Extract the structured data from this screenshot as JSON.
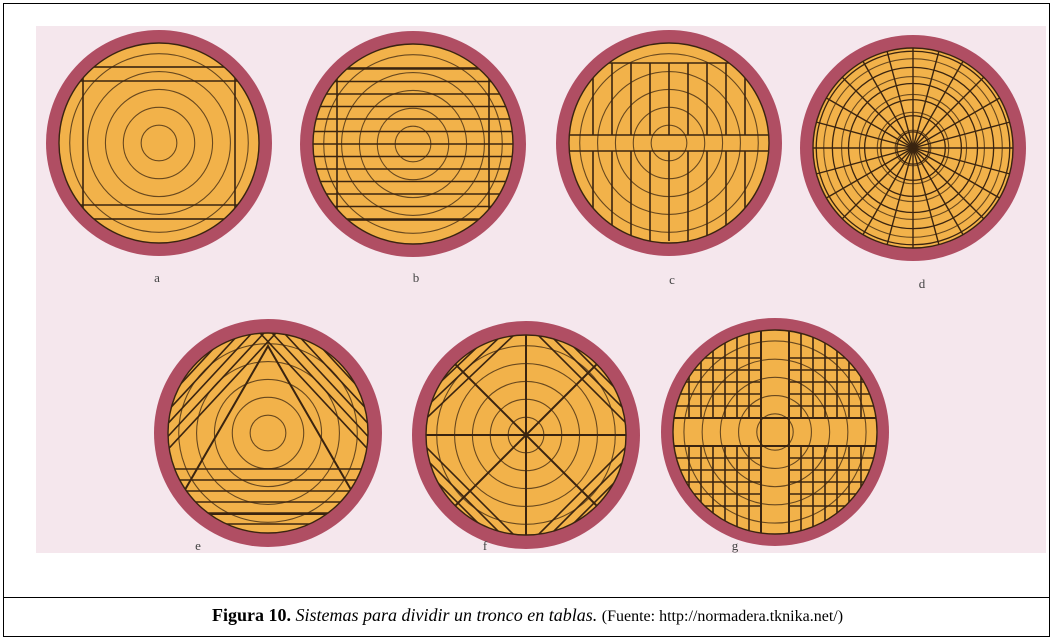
{
  "figure": {
    "panels": [
      {
        "label": "a",
        "scheme": "square-slabs"
      },
      {
        "label": "b",
        "scheme": "parallel-slabs"
      },
      {
        "label": "c",
        "scheme": "quarter-sawn-bands"
      },
      {
        "label": "d",
        "scheme": "radial"
      },
      {
        "label": "e",
        "scheme": "triangular"
      },
      {
        "label": "f",
        "scheme": "diagonal-quadrants"
      },
      {
        "label": "g",
        "scheme": "cross-pattern"
      }
    ],
    "colors": {
      "bark": "#b04e63",
      "wood": "#f2b24a",
      "lines": "#3a2410",
      "background": "#f5e7ed"
    }
  },
  "caption": {
    "label": "Figura 10.",
    "title": "Sistemas para dividir un tronco en tablas.",
    "source": "(Fuente: http://normadera.tknika.net/)"
  }
}
